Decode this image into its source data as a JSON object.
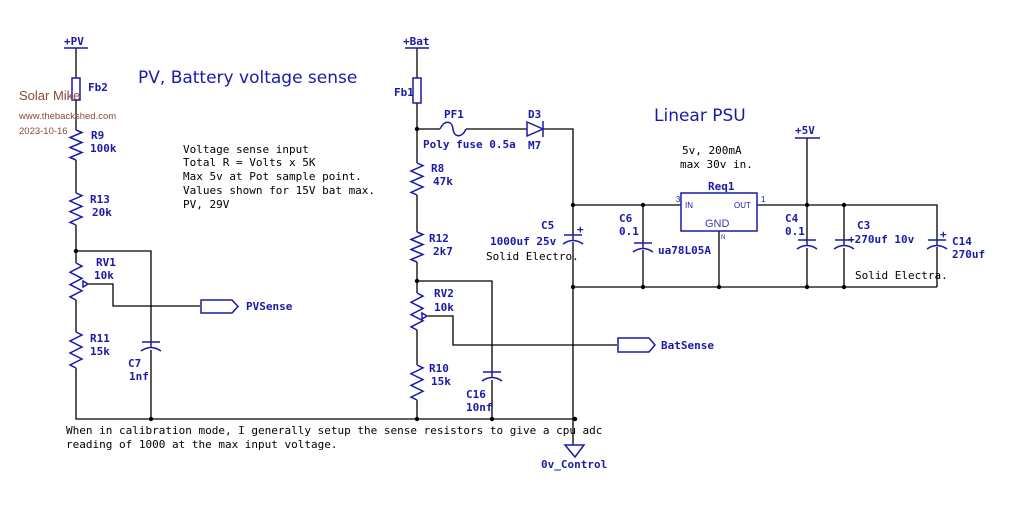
{
  "watermark": {
    "author": "Solar Mike",
    "site": "www.thebackshed.com",
    "date": "2023-10-16"
  },
  "titles": {
    "sense": "PV, Battery voltage sense",
    "psu": "Linear PSU"
  },
  "notes": {
    "sense_lines": [
      "Voltage sense input",
      "Total R = Volts x 5K",
      "Max 5v at Pot sample point.",
      "Values shown for 15V bat max.",
      "PV, 29V"
    ],
    "psu_lines": [
      "5v, 200mA",
      "max 30v in."
    ],
    "calibration_lines": [
      "When in calibration mode, I generally setup the sense resistors to give a cpu adc",
      "reading of 1000 at the max input voltage."
    ]
  },
  "power_ports": {
    "pv": "+PV",
    "bat": "+Bat",
    "v5": "+5V",
    "gnd": "0v_Control"
  },
  "net_labels": {
    "pvsense": "PVSense",
    "batsense": "BatSense"
  },
  "components": {
    "fb2": {
      "ref": "Fb2"
    },
    "fb1": {
      "ref": "Fb1"
    },
    "r9": {
      "ref": "R9",
      "value": "100k"
    },
    "r13": {
      "ref": "R13",
      "value": "20k"
    },
    "rv1": {
      "ref": "RV1",
      "value": "10k"
    },
    "r11": {
      "ref": "R11",
      "value": "15k"
    },
    "c7": {
      "ref": "C7",
      "value": "1nf"
    },
    "pf1": {
      "ref": "PF1",
      "value": "Poly fuse 0.5a"
    },
    "d3": {
      "ref": "D3",
      "value": "M7"
    },
    "r8": {
      "ref": "R8",
      "value": "47k"
    },
    "r12": {
      "ref": "R12",
      "value": "2k7"
    },
    "rv2": {
      "ref": "RV2",
      "value": "10k"
    },
    "r10": {
      "ref": "R10",
      "value": "15k"
    },
    "c16": {
      "ref": "C16",
      "value": "10nf"
    },
    "c5": {
      "ref": "C5",
      "value": "1000uf 25v",
      "note": "Solid Electro."
    },
    "c6": {
      "ref": "C6",
      "value": "0.1"
    },
    "reg1": {
      "ref": "Req1",
      "part": "ua78L05A",
      "pin_in": "IN",
      "pin_out": "OUT",
      "pin_gnd": "GND",
      "pin_in_num": "3",
      "pin_out_num": "1",
      "pin_gnd_num": "N"
    },
    "c4": {
      "ref": "C4",
      "value": "0.1"
    },
    "c3": {
      "ref": "C3",
      "value": "+270uf 10v"
    },
    "c14": {
      "ref": "C14",
      "value": "270uf",
      "plus": "+"
    },
    "c3_note": "Solid Electra.",
    "c5_plus": "+"
  }
}
